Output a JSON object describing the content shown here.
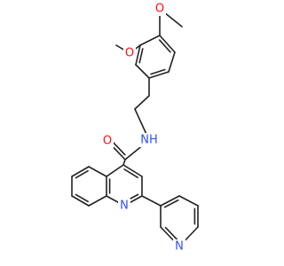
{
  "molecule": {
    "colors": {
      "bond": "#222222",
      "oxygen": "#ff0d0d",
      "nitrogen": "#3050f8"
    },
    "atoms": {
      "o_top": "O",
      "o_mid": "O",
      "o_amide": "O",
      "n_amide": "NH",
      "n_quinoline": "N",
      "n_pyridine": "N"
    }
  }
}
